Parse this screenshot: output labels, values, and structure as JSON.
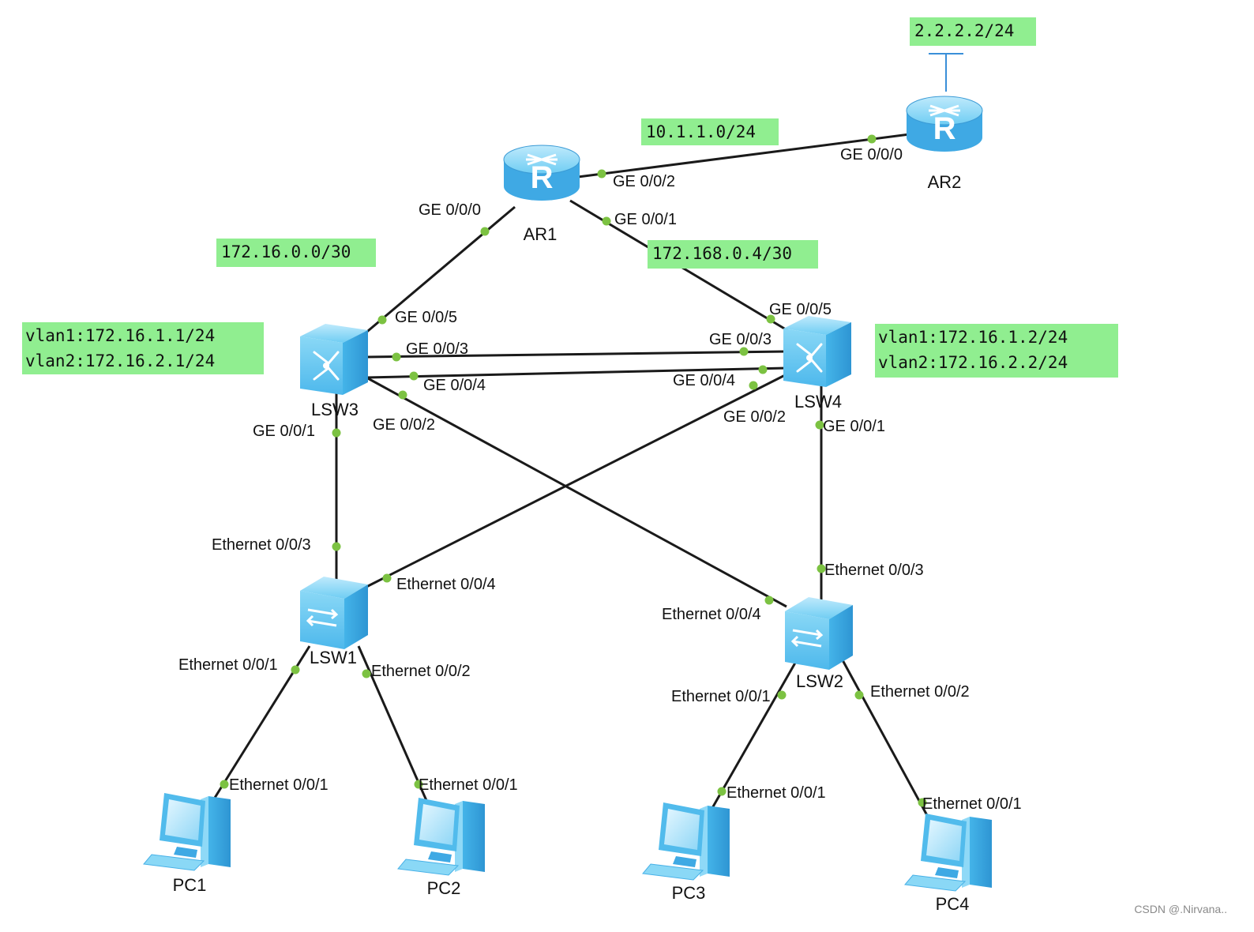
{
  "notes": {
    "ar2_net": "2.2.2.2/24",
    "ar1_ar2_net": "10.1.1.0/24",
    "ar1_lsw3_net": "172.16.0.0/30",
    "ar1_lsw4_net": "172.168.0.4/30",
    "lsw3_vlans": [
      "vlan1:172.16.1.1/24",
      "vlan2:172.16.2.1/24"
    ],
    "lsw4_vlans": [
      "vlan1:172.16.1.2/24",
      "vlan2:172.16.2.2/24"
    ]
  },
  "devices": {
    "ar1": "AR1",
    "ar2": "AR2",
    "lsw1": "LSW1",
    "lsw2": "LSW2",
    "lsw3": "LSW3",
    "lsw4": "LSW4",
    "pc1": "PC1",
    "pc2": "PC2",
    "pc3": "PC3",
    "pc4": "PC4"
  },
  "ports": {
    "ar2_ge000": "GE 0/0/0",
    "ar1_ge002": "GE 0/0/2",
    "ar1_ge000": "GE 0/0/0",
    "ar1_ge001": "GE 0/0/1",
    "lsw3_ge005": "GE 0/0/5",
    "lsw3_ge003": "GE 0/0/3",
    "lsw3_ge004": "GE 0/0/4",
    "lsw3_ge002": "GE 0/0/2",
    "lsw3_ge001": "GE 0/0/1",
    "lsw4_ge005": "GE 0/0/5",
    "lsw4_ge003": "GE 0/0/3",
    "lsw4_ge004": "GE 0/0/4",
    "lsw4_ge002": "GE 0/0/2",
    "lsw4_ge001": "GE 0/0/1",
    "lsw1_e003": "Ethernet 0/0/3",
    "lsw1_e004": "Ethernet 0/0/4",
    "lsw1_e001": "Ethernet 0/0/1",
    "lsw1_e002": "Ethernet 0/0/2",
    "lsw2_e003": "Ethernet 0/0/3",
    "lsw2_e004": "Ethernet 0/0/4",
    "lsw2_e001": "Ethernet 0/0/1",
    "lsw2_e002": "Ethernet 0/0/2",
    "pc1_e001": "Ethernet 0/0/1",
    "pc2_e001": "Ethernet 0/0/1",
    "pc3_e001": "Ethernet 0/0/1",
    "pc4_e001": "Ethernet 0/0/1"
  },
  "watermark": "CSDN @.Nirvana..",
  "colors": {
    "link": "#1a1a1a",
    "port_dot": "#7cc242",
    "note_bg": "#90ee90",
    "device_blue": "#5bc0ee",
    "external_link": "#3a8fd8"
  },
  "icons": {
    "router": "router-icon",
    "l3_switch": "l3-switch-icon",
    "l2_switch": "l2-switch-icon",
    "pc": "pc-icon"
  }
}
